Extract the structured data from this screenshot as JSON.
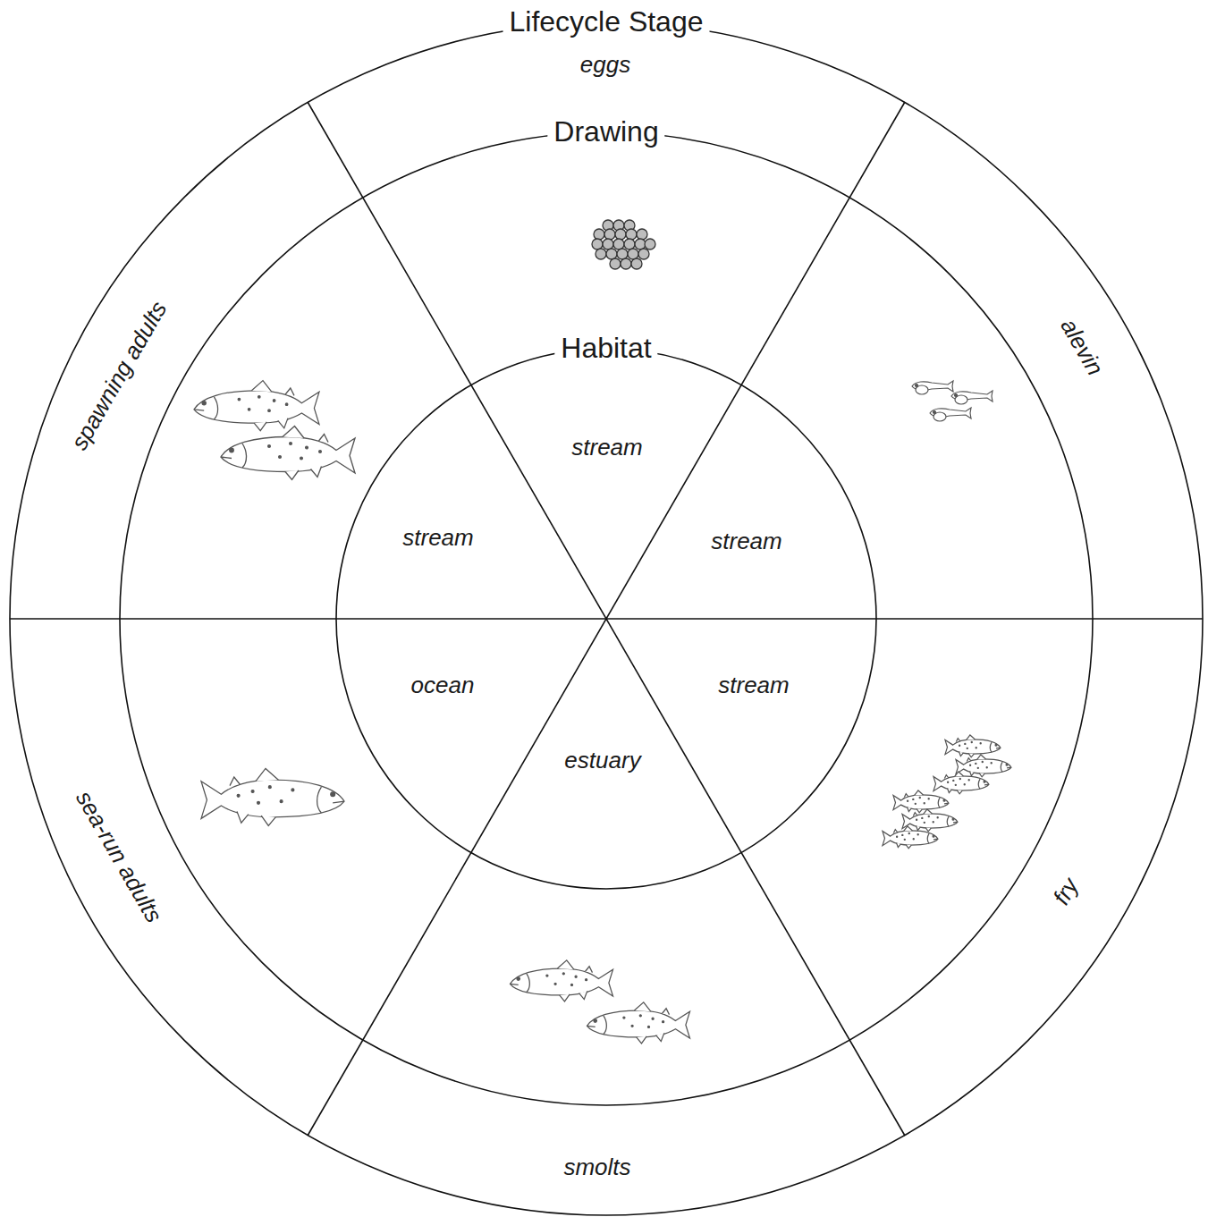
{
  "diagram": {
    "nodes": [
      {
        "text": [
          "Lifecycle Stage"
        ]
      },
      {
        "text": [
          "Drawing"
        ],
        "in": 0
      },
      {
        "text": [
          "Habitat"
        ],
        "in": 1
      }
    ],
    "labels": [
      "eggs",
      "alevin",
      "fry",
      "smolts",
      "sea-run adults",
      "spawning adults",
      "stream",
      "stream",
      "stream",
      "estuary",
      "ocean",
      "stream"
    ]
  }
}
